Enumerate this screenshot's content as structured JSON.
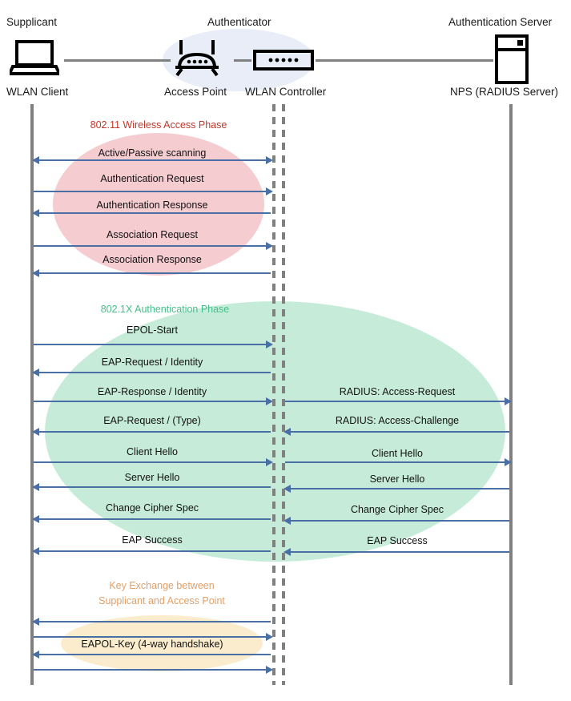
{
  "diagram": {
    "title": "802.1X / WPA2-Enterprise WLAN authentication sequence",
    "colors": {
      "lifeline": "#808080",
      "arrow": "#4a6fa5",
      "authenticator_blob": "#e8edf7",
      "phase_80211": "#f5ccd0",
      "phase_8021x": "#c6ecd9",
      "phase_key": "#fbeccd",
      "label_80211": "#c0392b",
      "label_8021x": "#45c08a",
      "label_key": "#e0a06a"
    }
  },
  "topology": {
    "roles": [
      {
        "name": "supplicant",
        "title": "Supplicant",
        "device": "WLAN Client",
        "icon": "laptop-icon"
      },
      {
        "name": "authenticator",
        "title": "Authenticator",
        "device": "Access Point",
        "icon": "access-point-icon"
      },
      {
        "name": "controller",
        "title": "",
        "device": "WLAN Controller",
        "icon": "wlan-controller-icon"
      },
      {
        "name": "auth-server",
        "title": "Authentication Server",
        "device": "NPS (RADIUS Server)",
        "icon": "server-icon"
      }
    ]
  },
  "phases": [
    {
      "id": "wireless-access",
      "caption": "802.11 Wireless Access Phase",
      "caption_color": "#c0392b",
      "messages": [
        {
          "label": "Active/Passive scanning",
          "direction": "left",
          "side": "left"
        },
        {
          "label": "Authentication Request",
          "direction": "right",
          "side": "left"
        },
        {
          "label": "Authentication Response",
          "direction": "left",
          "side": "left"
        },
        {
          "label": "Association Request",
          "direction": "right",
          "side": "left"
        },
        {
          "label": "Association Response",
          "direction": "left",
          "side": "left"
        }
      ]
    },
    {
      "id": "dot1x-authentication",
      "caption": "802.1X Authentication Phase",
      "caption_color": "#45c08a",
      "messages": [
        {
          "label": "EPOL-Start",
          "direction": "right",
          "side": "left"
        },
        {
          "label": "EAP-Request / Identity",
          "direction": "left",
          "side": "left"
        },
        {
          "label": "EAP-Response / Identity",
          "direction": "right",
          "side": "left"
        },
        {
          "label": "EAP-Request / (Type)",
          "direction": "left",
          "side": "left"
        },
        {
          "label": "Client Hello",
          "direction": "right",
          "side": "left"
        },
        {
          "label": "Server Hello",
          "direction": "left",
          "side": "left"
        },
        {
          "label": "Change Cipher Spec",
          "direction": "left",
          "side": "left"
        },
        {
          "label": "EAP Success",
          "direction": "left",
          "side": "left"
        },
        {
          "label": "RADIUS: Access-Request",
          "direction": "right",
          "side": "right"
        },
        {
          "label": "RADIUS: Access-Challenge",
          "direction": "left",
          "side": "right"
        },
        {
          "label": "Client Hello",
          "direction": "right",
          "side": "right"
        },
        {
          "label": "Server Hello",
          "direction": "left",
          "side": "right"
        },
        {
          "label": "Change Cipher Spec",
          "direction": "left",
          "side": "right"
        },
        {
          "label": "EAP Success",
          "direction": "left",
          "side": "right"
        }
      ]
    },
    {
      "id": "key-exchange",
      "caption_line1": "Key Exchange between",
      "caption_line2": "Supplicant and Access Point",
      "caption_color": "#e0a06a",
      "messages": [
        {
          "label": "",
          "direction": "left",
          "side": "left"
        },
        {
          "label": "",
          "direction": "right",
          "side": "left"
        },
        {
          "label": "EAPOL-Key (4-way handshake)",
          "direction": "left",
          "side": "left"
        },
        {
          "label": "",
          "direction": "right",
          "side": "left"
        }
      ]
    }
  ]
}
